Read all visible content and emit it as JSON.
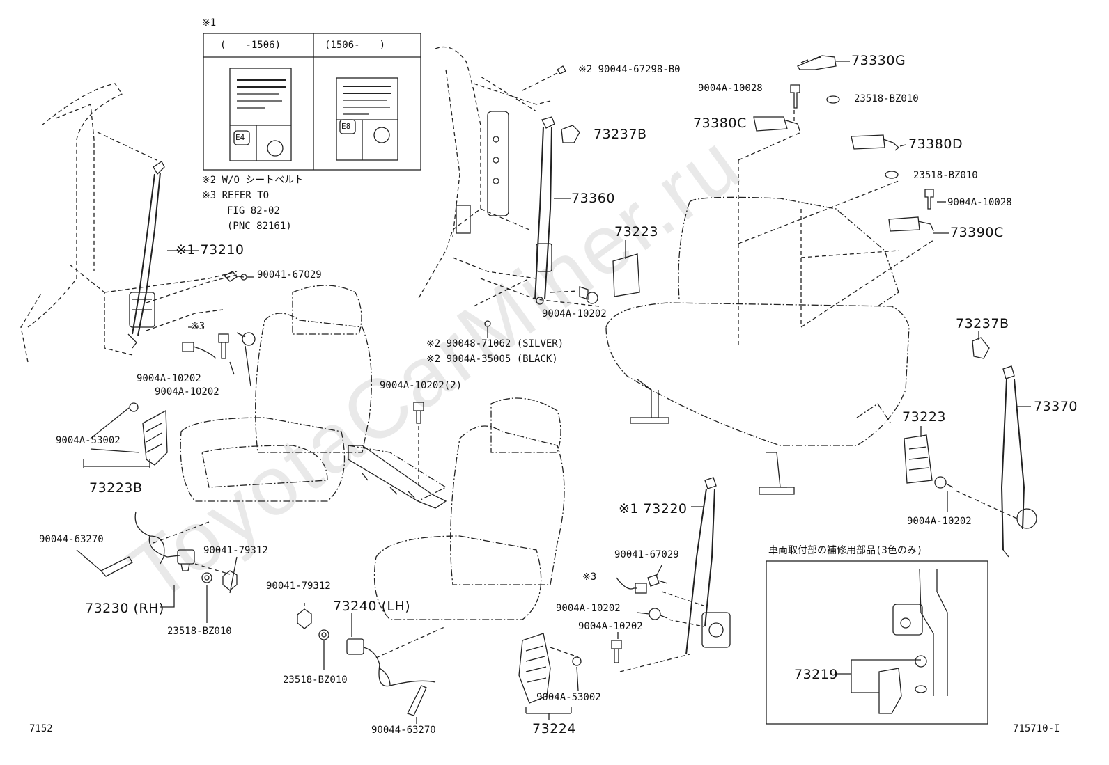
{
  "watermark": "ToyotaCarMiner.ru",
  "page_number": "7152",
  "figure_code": "715710-I",
  "inset_legend": {
    "mark": "※1",
    "col1_header": "(　　-1506)",
    "col2_header": "(1506-　　)",
    "label_a": "E4",
    "label_b": "E8"
  },
  "notes": {
    "note2": "※2 W/O シートベルト",
    "note3_line1": "※3 REFER TO",
    "note3_line2": "FIG 82-02",
    "note3_line3": "(PNC 82161)"
  },
  "repair_box": {
    "title": "車両取付部の補修用部品(3色のみ)",
    "part": "73219"
  },
  "parts": {
    "p73330G": "73330G",
    "p9004A_10028_a": "9004A-10028",
    "p23518_a": "23518-BZ010",
    "p73380C": "73380C",
    "p73380D": "73380D",
    "p23518_b": "23518-BZ010",
    "p9004A_10028_b": "9004A-10028",
    "p73390C": "73390C",
    "p90044_67298": "※2 90044-67298-B0",
    "p73237B_a": "73237B",
    "p73360": "73360",
    "p73223_a": "73223",
    "p9004A_10202_c": "9004A-10202",
    "p90048": "※2 90048-71062 (SILVER)",
    "p9004A_35005": "※2 9004A-35005 (BLACK)",
    "p73210": "※1 73210",
    "p90041_67029_a": "90041-67029",
    "p_ref3_a": "※3",
    "p9004A_10202_a": "9004A-10202",
    "p9004A_10202_b": "9004A-10202",
    "p9004A_10202_2": "9004A-10202(2)",
    "p9004A_53002_a": "9004A-53002",
    "p73223B": "73223B",
    "p90044_63270_a": "90044-63270",
    "p90041_79312_a": "90041-79312",
    "p73230": "73230 (RH)",
    "p23518_c": "23518-BZ010",
    "p90041_79312_b": "90041-79312",
    "p73240": "73240 (LH)",
    "p23518_d": "23518-BZ010",
    "p90044_63270_b": "90044-63270",
    "p73237B_b": "73237B",
    "p73370": "73370",
    "p73223_b": "73223",
    "p9004A_10202_d": "9004A-10202",
    "p73220": "※1 73220",
    "p90041_67029_b": "90041-67029",
    "p_ref3_b": "※3",
    "p9004A_10202_e": "9004A-10202",
    "p9004A_10202_f": "9004A-10202",
    "p9004A_53002_b": "9004A-53002",
    "p73224": "73224"
  }
}
